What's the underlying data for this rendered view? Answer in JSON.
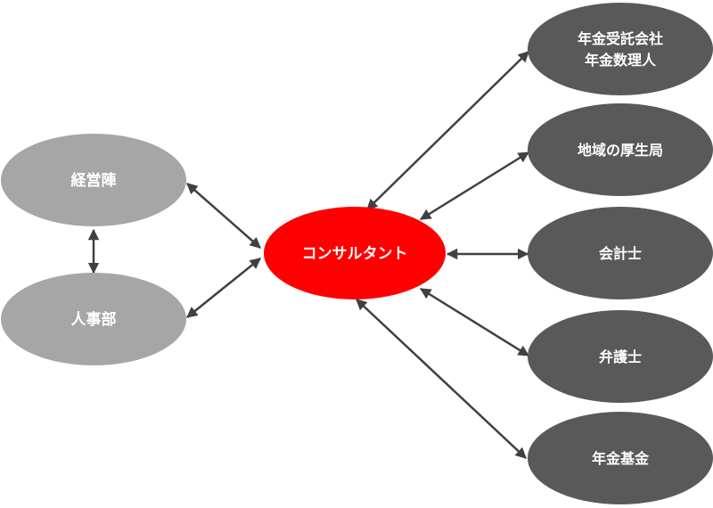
{
  "nodes": {
    "keieijin": {
      "label": "経営陣",
      "color": "#a6a6a6"
    },
    "jinjibu": {
      "label": "人事部",
      "color": "#a6a6a6"
    },
    "consultant": {
      "label": "コンサルタント",
      "color": "#ff0000"
    },
    "pension_trust": {
      "lines": [
        "年金受託会社",
        "年金数理人"
      ],
      "color": "#595959"
    },
    "regional_bureau": {
      "label": "地域の厚生局",
      "color": "#595959"
    },
    "accountant": {
      "label": "会計士",
      "color": "#595959"
    },
    "lawyer": {
      "label": "弁護士",
      "color": "#595959"
    },
    "pension_fund": {
      "label": "年金基金",
      "color": "#595959"
    }
  },
  "edge_color": "#404040"
}
